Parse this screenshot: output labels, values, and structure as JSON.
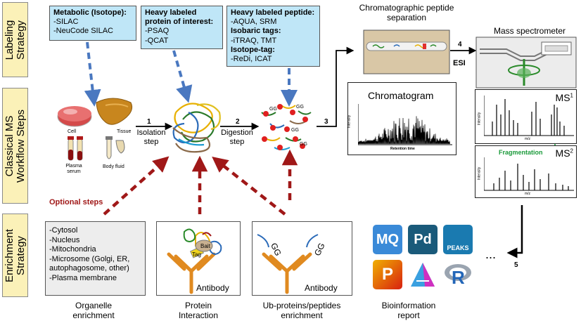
{
  "bands": {
    "labeling": "Labeling Strategy",
    "workflow": "Classical MS Workflow Steps",
    "enrichment": "Enrichment Strategy"
  },
  "labeling_boxes": {
    "metabolic": {
      "title": "Metabolic (Isotope):",
      "items": [
        "-SILAC",
        "-NeuCode SILAC"
      ]
    },
    "protein": {
      "title": "Heavy labeled protein of interest:",
      "items": [
        "-PSAQ",
        "-QCAT"
      ]
    },
    "peptide": {
      "title": "Heavy labeled peptide:",
      "line1": "-AQUA, SRM",
      "isobaric_title": "Isobaric tags:",
      "line2": "-iTRAQ, TMT",
      "isotope_title": "Isotope-tag:",
      "line3": "-ReDi, ICAT"
    }
  },
  "samples": {
    "cell": "Cell",
    "tissue": "Tissue",
    "plasma": "Plasma serum",
    "fluid": "Body fluid"
  },
  "steps": {
    "s1_num": "1",
    "s1_label": "Isolation step",
    "s2_num": "2",
    "s2_label": "Digestion step",
    "s3_num": "3",
    "s4_num": "4",
    "s4_label": "ESI",
    "s5_num": "5"
  },
  "peptide_tag": "GG",
  "chromatography": {
    "title": "Chromatographic peptide separation"
  },
  "mass_spec": {
    "title": "Mass spectrometer"
  },
  "chromatogram": {
    "title": "Chromatogram",
    "ylabel": "Intensity",
    "xlabel": "Retention time"
  },
  "ms1": {
    "title": "MS",
    "sup": "1",
    "ylabel": "Intensity",
    "xlabel": "m/z"
  },
  "ms2": {
    "title": "MS",
    "sup": "2",
    "ylabel": "Intensity",
    "xlabel": "m/z"
  },
  "fragmentation": "Fragmentation",
  "optional_steps": "Optional steps",
  "organelles": [
    "-Cytosol",
    "-Nucleus",
    "-Mitochondria",
    "-Microsome (Golgi, ER, autophagosome, other)",
    "-Plasma membrane"
  ],
  "antibody_label": "Antibody",
  "protein_tags": {
    "tag": "Tag",
    "bait": "Bait"
  },
  "bottom_labels": {
    "organelle": "Organelle enrichment",
    "protein": "Protein Interaction",
    "ub": "Ub-proteins/peptides enrichment",
    "bio": "Bioinformation report"
  },
  "apps": {
    "mq": "MQ",
    "pd": "Pd",
    "peaks": "PEAKS",
    "p": "P",
    "r": "R"
  },
  "ellipsis": "...",
  "colors": {
    "band": "#fbf1b8",
    "label_box": "#bfe6f7",
    "blue_arrow": "#4a78c0",
    "red_arrow": "#a01818",
    "fragment_green": "#1a9a3a"
  }
}
